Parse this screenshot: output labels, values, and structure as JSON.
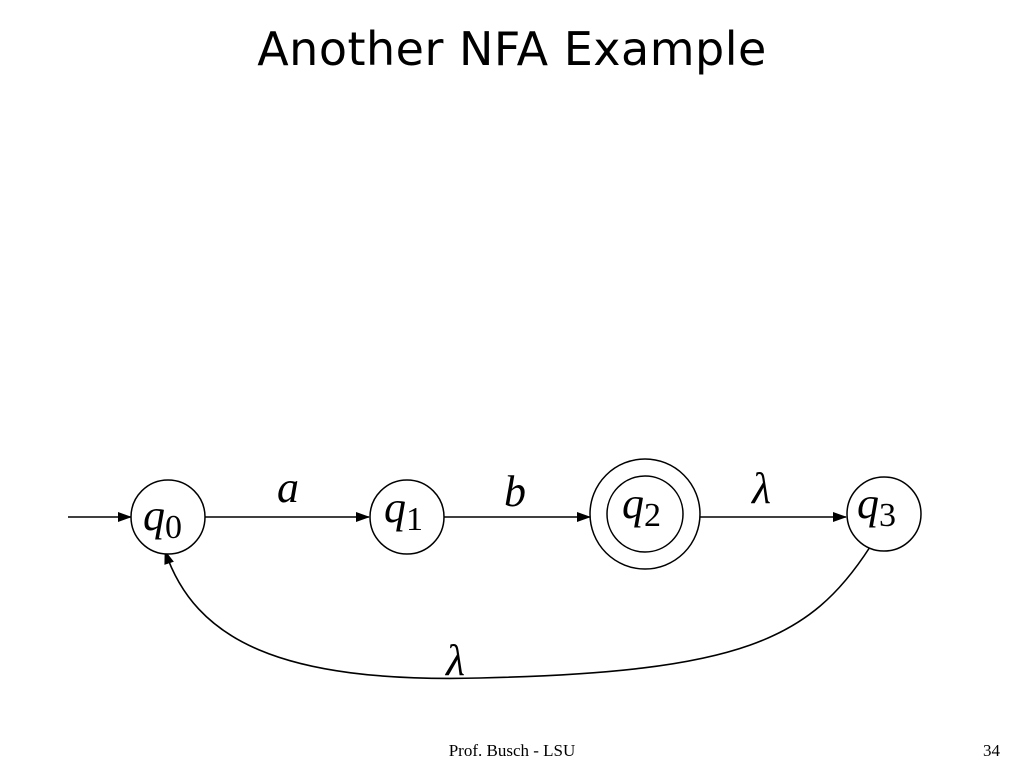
{
  "slide": {
    "title": "Another NFA Example",
    "footer_center": "Prof. Busch - LSU",
    "page_number": "34"
  },
  "diagram": {
    "states": [
      {
        "id": "q0",
        "symbol": "q",
        "sub": "0",
        "initial": true,
        "accepting": false
      },
      {
        "id": "q1",
        "symbol": "q",
        "sub": "1",
        "initial": false,
        "accepting": false
      },
      {
        "id": "q2",
        "symbol": "q",
        "sub": "2",
        "initial": false,
        "accepting": true
      },
      {
        "id": "q3",
        "symbol": "q",
        "sub": "3",
        "initial": false,
        "accepting": false
      }
    ],
    "transitions": [
      {
        "from": "q0",
        "to": "q1",
        "label": "a"
      },
      {
        "from": "q1",
        "to": "q2",
        "label": "b"
      },
      {
        "from": "q2",
        "to": "q3",
        "label": "λ"
      },
      {
        "from": "q3",
        "to": "q0",
        "label": "λ"
      }
    ]
  }
}
